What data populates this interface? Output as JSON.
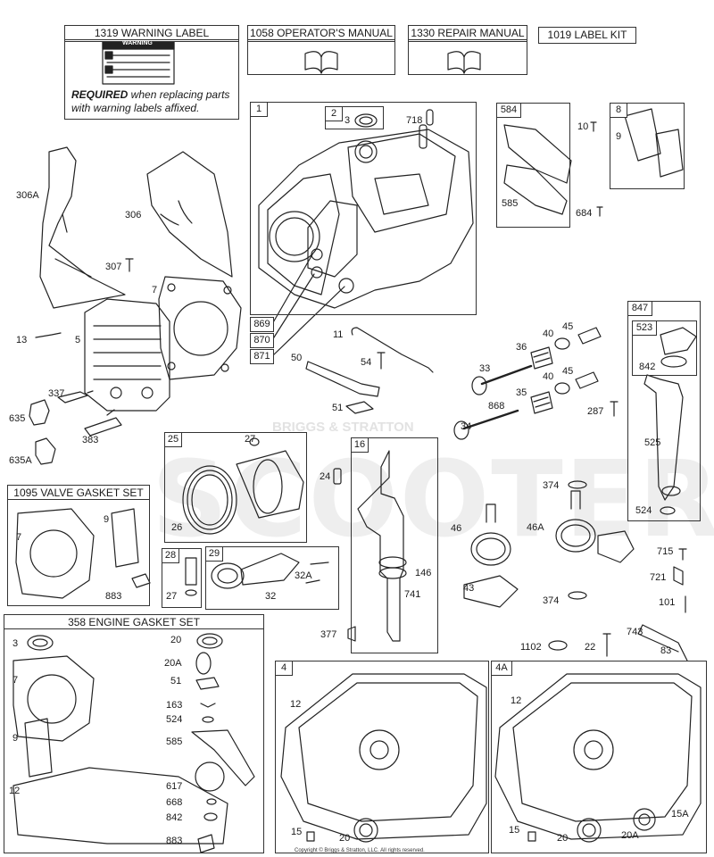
{
  "headers": {
    "warning_label": "1319 WARNING LABEL",
    "operators_manual": "1058 OPERATOR'S MANUAL",
    "repair_manual": "1330 REPAIR MANUAL",
    "label_kit": "1019 LABEL KIT",
    "valve_gasket_set": "1095 VALVE GASKET SET",
    "engine_gasket_set": "358 ENGINE GASKET SET"
  },
  "warning_sticker": {
    "title": "WARNING"
  },
  "required_note": {
    "bold": "REQUIRED",
    "rest": " when replacing parts with warning labels affixed."
  },
  "box_numbers": {
    "b1": "1",
    "b2": "2",
    "b584": "584",
    "b8": "8",
    "b847": "847",
    "b523": "523",
    "b869": "869",
    "b870": "870",
    "b871": "871",
    "b25": "25",
    "b16": "16",
    "b28": "28",
    "b29": "29",
    "b4": "4",
    "b4a": "4A"
  },
  "part_labels": [
    {
      "id": "p3",
      "text": "3"
    },
    {
      "id": "p718",
      "text": "718"
    },
    {
      "id": "p10",
      "text": "10"
    },
    {
      "id": "p9a",
      "text": "9"
    },
    {
      "id": "p585a",
      "text": "585"
    },
    {
      "id": "p684",
      "text": "684"
    },
    {
      "id": "p306a",
      "text": "306A"
    },
    {
      "id": "p306",
      "text": "306"
    },
    {
      "id": "p307",
      "text": "307"
    },
    {
      "id": "p7a",
      "text": "7"
    },
    {
      "id": "p13",
      "text": "13"
    },
    {
      "id": "p5",
      "text": "5"
    },
    {
      "id": "p337",
      "text": "337"
    },
    {
      "id": "p635",
      "text": "635"
    },
    {
      "id": "p383",
      "text": "383"
    },
    {
      "id": "p635a",
      "text": "635A"
    },
    {
      "id": "p11",
      "text": "11"
    },
    {
      "id": "p50",
      "text": "50"
    },
    {
      "id": "p54",
      "text": "54"
    },
    {
      "id": "p51a",
      "text": "51"
    },
    {
      "id": "p40a",
      "text": "40"
    },
    {
      "id": "p45a",
      "text": "45"
    },
    {
      "id": "p36",
      "text": "36"
    },
    {
      "id": "p33",
      "text": "33"
    },
    {
      "id": "p40b",
      "text": "40"
    },
    {
      "id": "p45b",
      "text": "45"
    },
    {
      "id": "p35",
      "text": "35"
    },
    {
      "id": "p868",
      "text": "868"
    },
    {
      "id": "p287",
      "text": "287"
    },
    {
      "id": "p34",
      "text": "34"
    },
    {
      "id": "p842a",
      "text": "842"
    },
    {
      "id": "p525",
      "text": "525"
    },
    {
      "id": "p524a",
      "text": "524"
    },
    {
      "id": "p27a",
      "text": "27"
    },
    {
      "id": "p26",
      "text": "26"
    },
    {
      "id": "p24",
      "text": "24"
    },
    {
      "id": "p374a",
      "text": "374"
    },
    {
      "id": "p46",
      "text": "46"
    },
    {
      "id": "p46a",
      "text": "46A"
    },
    {
      "id": "p715",
      "text": "715"
    },
    {
      "id": "p721",
      "text": "721"
    },
    {
      "id": "p101",
      "text": "101"
    },
    {
      "id": "p43",
      "text": "43"
    },
    {
      "id": "p374b",
      "text": "374"
    },
    {
      "id": "p146",
      "text": "146"
    },
    {
      "id": "p741",
      "text": "741"
    },
    {
      "id": "p377",
      "text": "377"
    },
    {
      "id": "p1102",
      "text": "1102"
    },
    {
      "id": "p22",
      "text": "22"
    },
    {
      "id": "p743",
      "text": "743"
    },
    {
      "id": "p83",
      "text": "83"
    },
    {
      "id": "p32a",
      "text": "32A"
    },
    {
      "id": "p32",
      "text": "32"
    },
    {
      "id": "p27b",
      "text": "27"
    },
    {
      "id": "p7b",
      "text": "7"
    },
    {
      "id": "p9b",
      "text": "9"
    },
    {
      "id": "p883a",
      "text": "883"
    },
    {
      "id": "g3",
      "text": "3"
    },
    {
      "id": "g7",
      "text": "7"
    },
    {
      "id": "g9",
      "text": "9"
    },
    {
      "id": "g12",
      "text": "12"
    },
    {
      "id": "g20",
      "text": "20"
    },
    {
      "id": "g20a",
      "text": "20A"
    },
    {
      "id": "g51",
      "text": "51"
    },
    {
      "id": "g163",
      "text": "163"
    },
    {
      "id": "g524",
      "text": "524"
    },
    {
      "id": "g585",
      "text": "585"
    },
    {
      "id": "g617",
      "text": "617"
    },
    {
      "id": "g668",
      "text": "668"
    },
    {
      "id": "g842",
      "text": "842"
    },
    {
      "id": "g883",
      "text": "883"
    },
    {
      "id": "s12a",
      "text": "12"
    },
    {
      "id": "s15a",
      "text": "15"
    },
    {
      "id": "s20a",
      "text": "20"
    },
    {
      "id": "s12b",
      "text": "12"
    },
    {
      "id": "s15b",
      "text": "15"
    },
    {
      "id": "s20b",
      "text": "20"
    },
    {
      "id": "s20ab",
      "text": "20A"
    },
    {
      "id": "s15ab",
      "text": "15A"
    }
  ],
  "watermark": {
    "brand": "BRIGGS & STRATTON",
    "main": "SCOOTER"
  },
  "copyright": "Copyright © Briggs & Stratton, LLC. All rights reserved."
}
